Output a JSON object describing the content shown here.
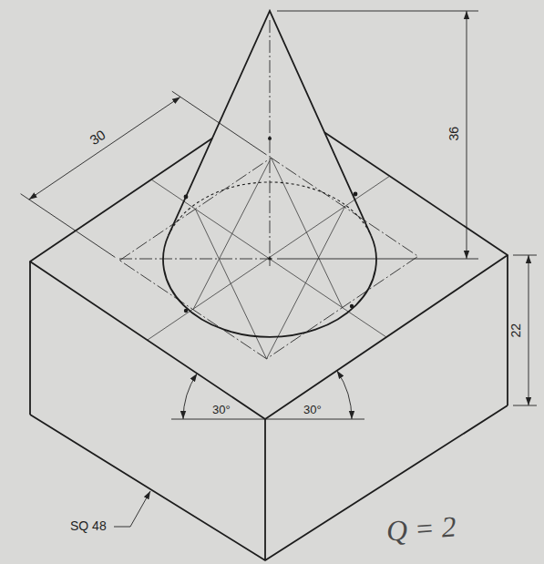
{
  "diagram": {
    "labels": [
      "30",
      "36",
      "22",
      "30°",
      "30°",
      "SQ 48",
      "Q = 2"
    ]
  }
}
